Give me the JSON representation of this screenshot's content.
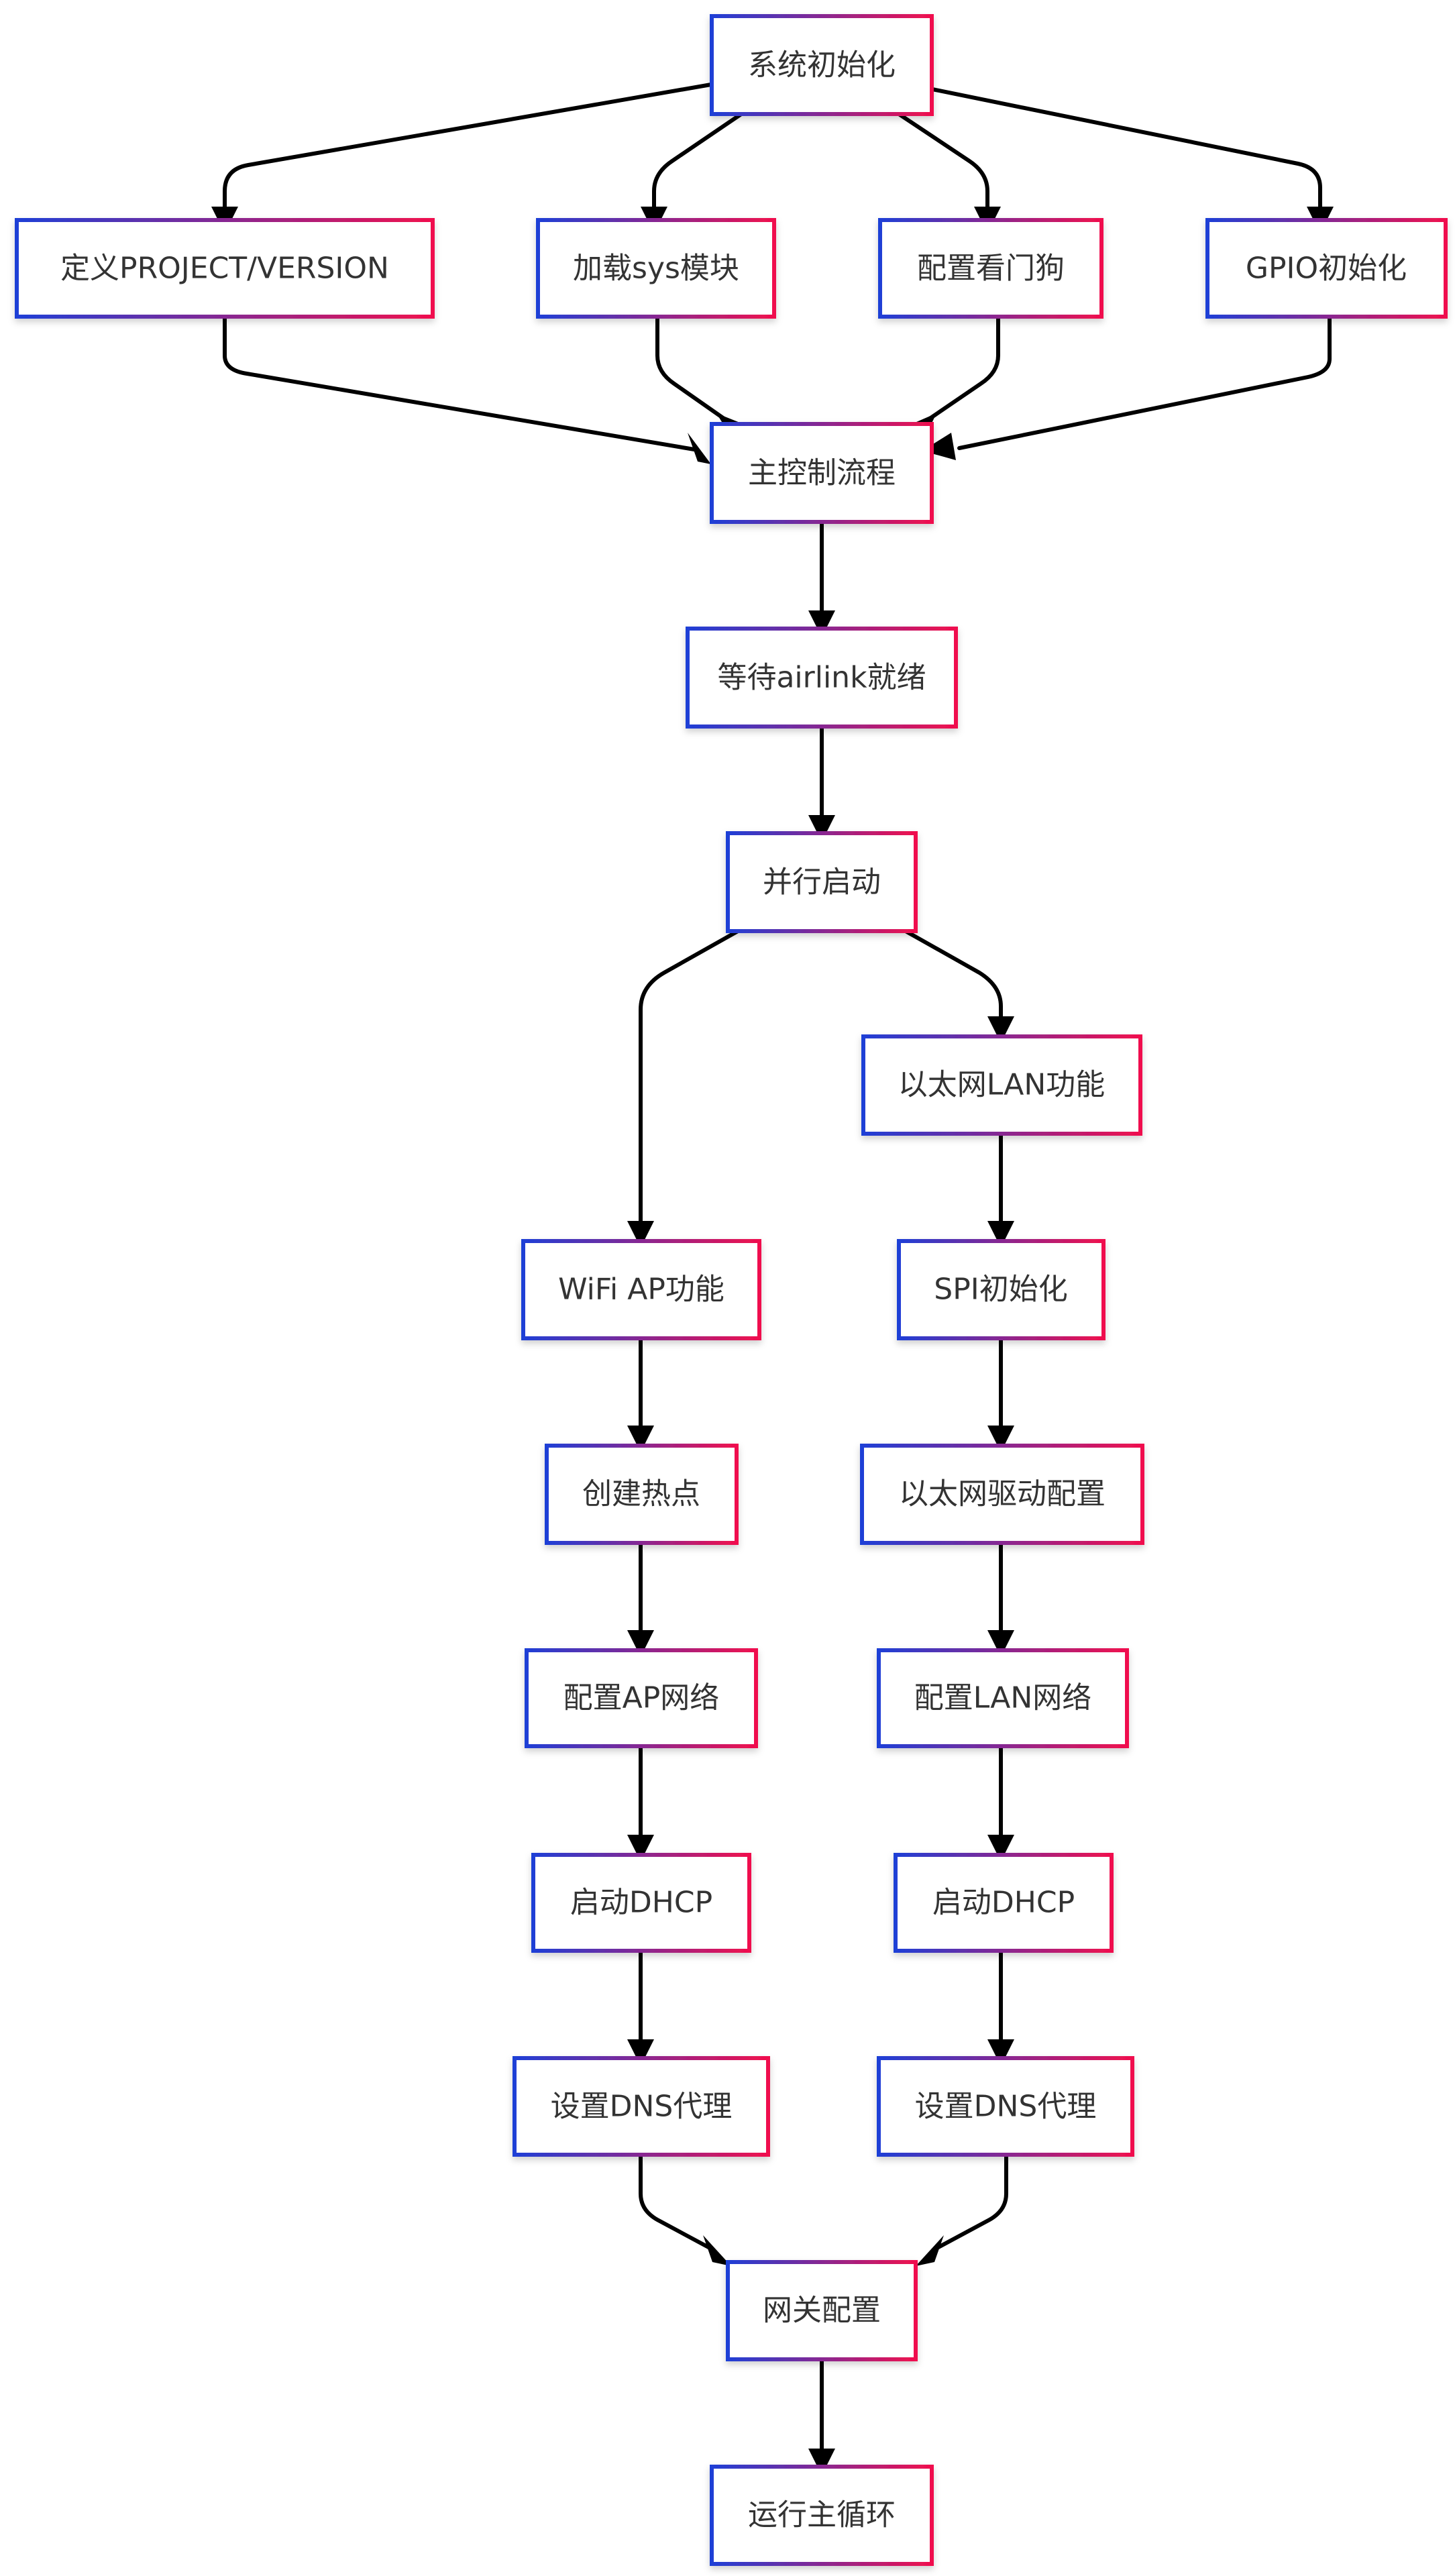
{
  "colors": {
    "border_start": "#1f3fd6",
    "border_end": "#f0104e",
    "edge": "#000000",
    "text": "#333333",
    "background": "#ffffff"
  },
  "nodes": {
    "system_init": "系统初始化",
    "define_project_version": "定义PROJECT/VERSION",
    "load_sys_module": "加载sys模块",
    "configure_watchdog": "配置看门狗",
    "gpio_init": "GPIO初始化",
    "main_control_flow": "主控制流程",
    "wait_airlink_ready": "等待airlink就绪",
    "parallel_start": "并行启动",
    "ethernet_lan_function": "以太网LAN功能",
    "wifi_ap_function": "WiFi AP功能",
    "spi_init": "SPI初始化",
    "create_hotspot": "创建热点",
    "ethernet_driver_config": "以太网驱动配置",
    "configure_ap_network": "配置AP网络",
    "configure_lan_network": "配置LAN网络",
    "start_dhcp_ap": "启动DHCP",
    "start_dhcp_lan": "启动DHCP",
    "set_dns_proxy_ap": "设置DNS代理",
    "set_dns_proxy_lan": "设置DNS代理",
    "gateway_config": "网关配置",
    "run_main_loop": "运行主循环"
  }
}
